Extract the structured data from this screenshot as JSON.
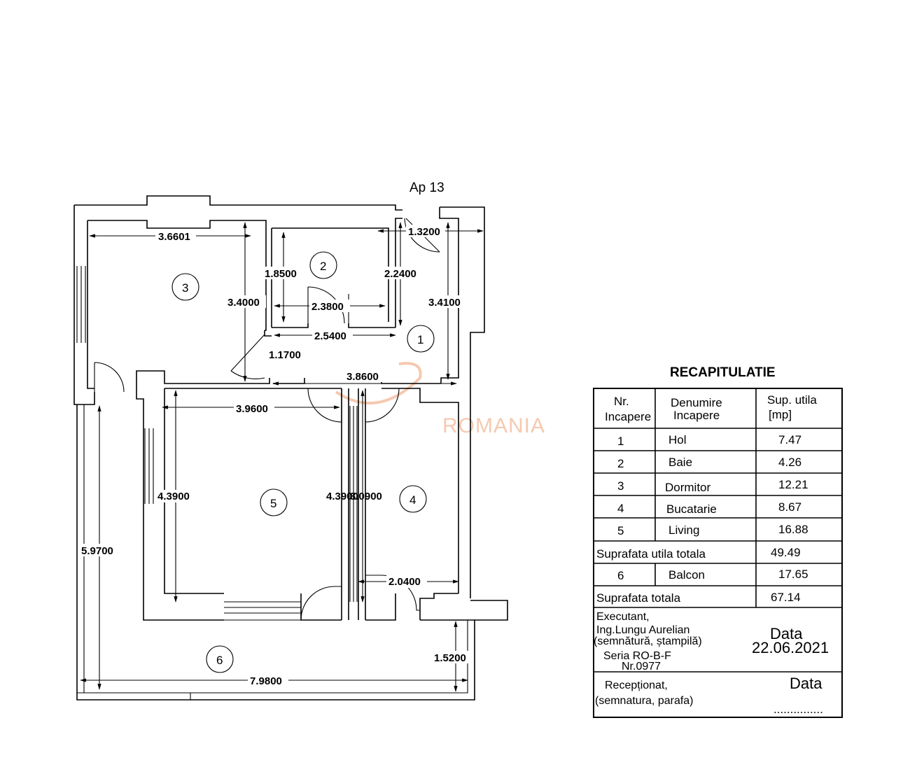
{
  "plan": {
    "title": "Ap 13",
    "watermark": "ROMANIA",
    "rooms": [
      "1",
      "2",
      "3",
      "4",
      "5",
      "6"
    ],
    "dimensions": {
      "d_3_6601": "3.6601",
      "d_1_8500": "1.8500",
      "d_2_2400": "2.2400",
      "d_1_3200": "1.3200",
      "d_3_4000": "3.4000",
      "d_2_3800": "2.3800",
      "d_3_4100": "3.4100",
      "d_2_5400": "2.5400",
      "d_1_1700": "1.1700",
      "d_3_8600": "3.8600",
      "d_3_9600": "3.9600",
      "d_4_3900_a": "4.3900",
      "d_4_3900_b": "4.3900",
      "d_3_0900": "3.0900",
      "d_5_9700": "5.9700",
      "d_2_0400": "2.0400",
      "d_1_5200": "1.5200",
      "d_7_9800": "7.9800"
    }
  },
  "recap": {
    "title": "RECAPITULATIE",
    "headers": {
      "nr": [
        "Nr.",
        "Incapere"
      ],
      "name": [
        "Denumire",
        "Incapere"
      ],
      "area": [
        "Sup. utila",
        "[mp]"
      ]
    },
    "rows": [
      {
        "nr": "1",
        "name": "Hol",
        "area": "7.47"
      },
      {
        "nr": "2",
        "name": "Baie",
        "area": "4.26"
      },
      {
        "nr": "3",
        "name": "Dormitor",
        "area": "12.21"
      },
      {
        "nr": "4",
        "name": "Bucatarie",
        "area": "8.67"
      },
      {
        "nr": "5",
        "name": "Living",
        "area": "16.88"
      }
    ],
    "useful_total": {
      "label": "Suprafata utila totala",
      "value": "49.49"
    },
    "balcony": {
      "nr": "6",
      "name": "Balcon",
      "area": "17.65"
    },
    "total": {
      "label": "Suprafata totala",
      "value": "67.14"
    },
    "executant": {
      "lines": [
        "Executant,",
        "Ing.Lungu Aurelian",
        "(semnătură, ștampilă)",
        "Seria RO-B-F",
        "Nr.0977"
      ],
      "date_label": "Data",
      "date_value": "22.06.2021"
    },
    "receptionat": {
      "lines": [
        "Recepționat,",
        "(semnatura, parafa)"
      ],
      "date_label": "Data",
      "dots": "..............."
    }
  }
}
